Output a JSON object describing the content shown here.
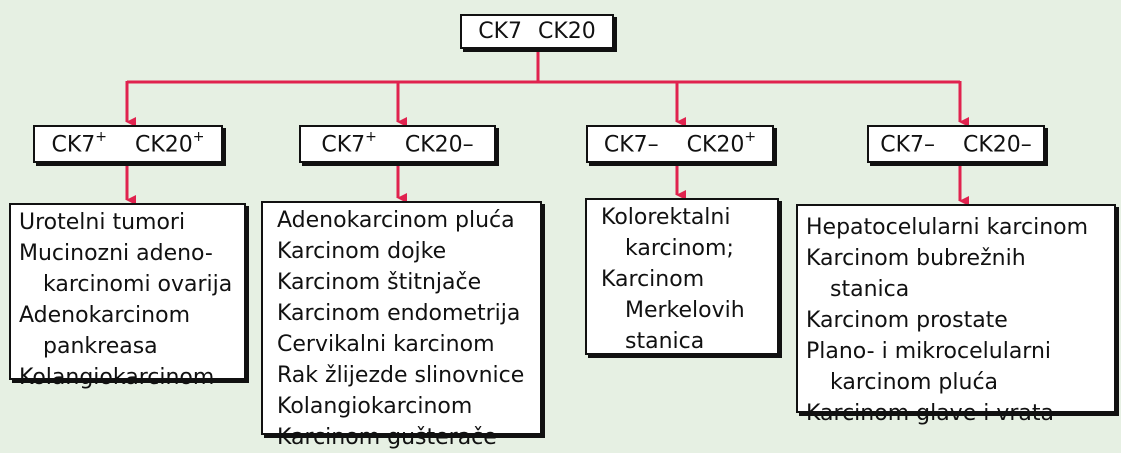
{
  "colors": {
    "connector": "#e0224e",
    "background": "#e6f0e3"
  },
  "root": {
    "ck7": "CK7",
    "ck20": "CK20"
  },
  "categories": [
    {
      "ck7": "CK7",
      "ck7_sign": "+",
      "ck20": "CK20",
      "ck20_sign": "+"
    },
    {
      "ck7": "CK7",
      "ck7_sign": "+",
      "ck20": "CK20–",
      "ck20_sign": ""
    },
    {
      "ck7": "CK7–",
      "ck7_sign": "",
      "ck20": "CK20",
      "ck20_sign": "+"
    },
    {
      "ck7": "CK7–",
      "ck7_sign": "",
      "ck20": "CK20–",
      "ck20_sign": ""
    }
  ],
  "lists": [
    [
      "Urotelni tumori",
      "Mucinozni adeno-",
      "karcinomi ovarija",
      "Adenokarcinom",
      "pankreasa",
      "Kolangiokarcinom"
    ],
    [
      "Adenokarcinom pluća",
      "Karcinom dojke",
      "Karcinom štitnjače",
      "Karcinom endometrija",
      "Cervikalni karcinom",
      "Rak žlijezde slinovnice",
      "Kolangiokarcinom",
      "Karcinom gušterače"
    ],
    [
      "Kolorektalni",
      "karcinom;",
      "Karcinom",
      "Merkelovih",
      "stanica"
    ],
    [
      "Hepatocelularni karcinom",
      "Karcinom bubrežnih",
      "stanica",
      "Karcinom prostate",
      "Plano- i mikrocelularni",
      "karcinom pluća",
      "Karcinom glave i vrata"
    ]
  ]
}
